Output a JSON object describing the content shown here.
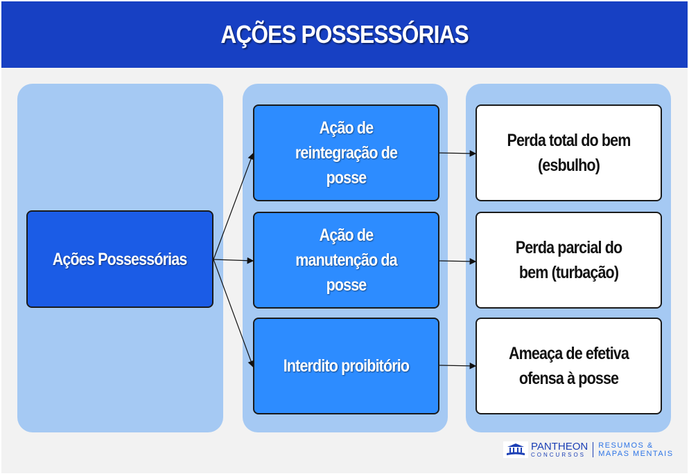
{
  "header": {
    "title": "AÇÕES POSSESSÓRIAS"
  },
  "root": {
    "label": "Ações Possessórias"
  },
  "actions": [
    {
      "label": "Ação de reintegração de posse",
      "result": "Perda total do bem (esbulho)"
    },
    {
      "label": "Ação de manutenção da posse",
      "result": "Perda parcial do bem (turbação)"
    },
    {
      "label": "Interdito proibitório",
      "result": "Ameaça de efetiva ofensa à posse"
    }
  ],
  "logo": {
    "brand": "PANTHEON",
    "sub": "CONCURSOS",
    "tag1": "RESUMOS &",
    "tag2": "MAPAS MENTAIS"
  }
}
